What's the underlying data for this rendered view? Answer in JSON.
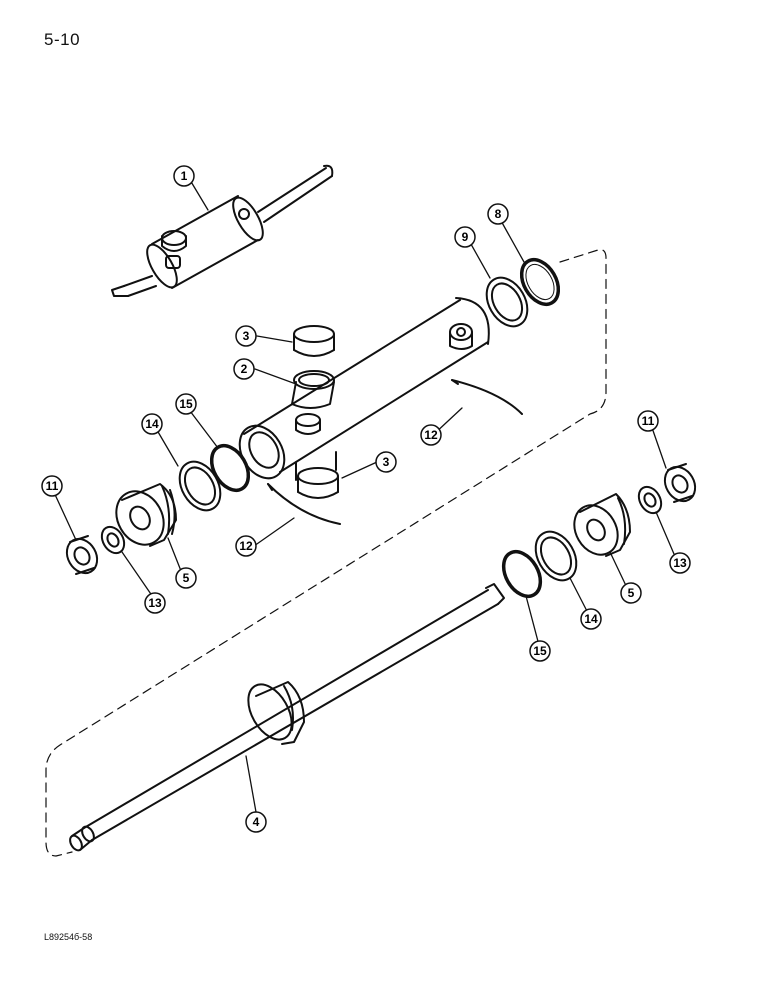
{
  "page_number": "5-10",
  "figure_code": "L89254б-58",
  "callouts": [
    "1",
    "2",
    "3",
    "3",
    "4",
    "5",
    "5",
    "8",
    "9",
    "11",
    "11",
    "12",
    "12",
    "13",
    "13",
    "14",
    "14",
    "15",
    "15"
  ]
}
